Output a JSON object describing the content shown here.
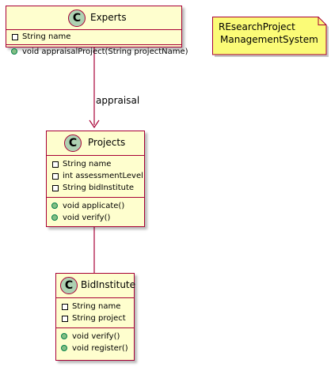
{
  "classes": {
    "experts": {
      "name": "Experts",
      "badge": "C",
      "attributes": [
        "String name"
      ],
      "operations": [
        "void appraisalProject(String projectName)"
      ]
    },
    "projects": {
      "name": "Projects",
      "badge": "C",
      "attributes": [
        "String name",
        "int assessmentLevel",
        "String bidInstitute"
      ],
      "operations": [
        "void applicate()",
        "void verify()"
      ]
    },
    "bidinstitute": {
      "name": "BidInstitute",
      "badge": "C",
      "attributes": [
        "String name",
        "String project"
      ],
      "operations": [
        "void verify()",
        "void register()"
      ]
    }
  },
  "note": {
    "line1": "REsearchProject",
    "line2": "ManagementSystem"
  },
  "relations": {
    "appraisal_label": "appraisal"
  },
  "colors": {
    "class_fill": "#fefece",
    "class_border": "#a80036",
    "badge_fill": "#add1b2",
    "public_dot": "#84be84",
    "note_fill": "#fbfb77"
  }
}
